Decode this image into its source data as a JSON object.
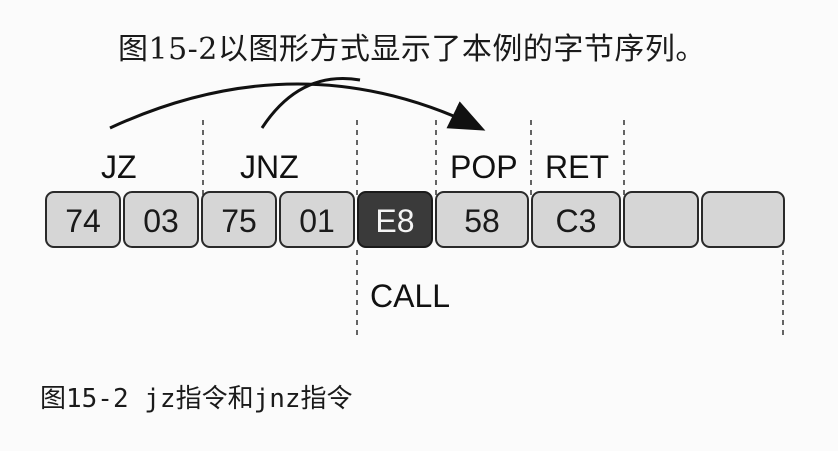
{
  "intro_text": "图15-2以图形方式显示了本例的字节序列。",
  "caption": "图15-2  jz指令和jnz指令",
  "figure": {
    "top_labels": [
      {
        "id": "jz",
        "text": "JZ"
      },
      {
        "id": "jnz",
        "text": "JNZ"
      },
      {
        "id": "pop",
        "text": "POP"
      },
      {
        "id": "ret",
        "text": "RET"
      }
    ],
    "bottom_label": "CALL",
    "bytes": [
      "74",
      "03",
      "75",
      "01",
      "E8",
      "58",
      "C3",
      "",
      ""
    ],
    "highlighted_byte_index": 4,
    "colors": {
      "cell_fill": "#d6d6d6",
      "cell_highlight": "#3a3a3a",
      "text": "#1a1a1a"
    }
  }
}
